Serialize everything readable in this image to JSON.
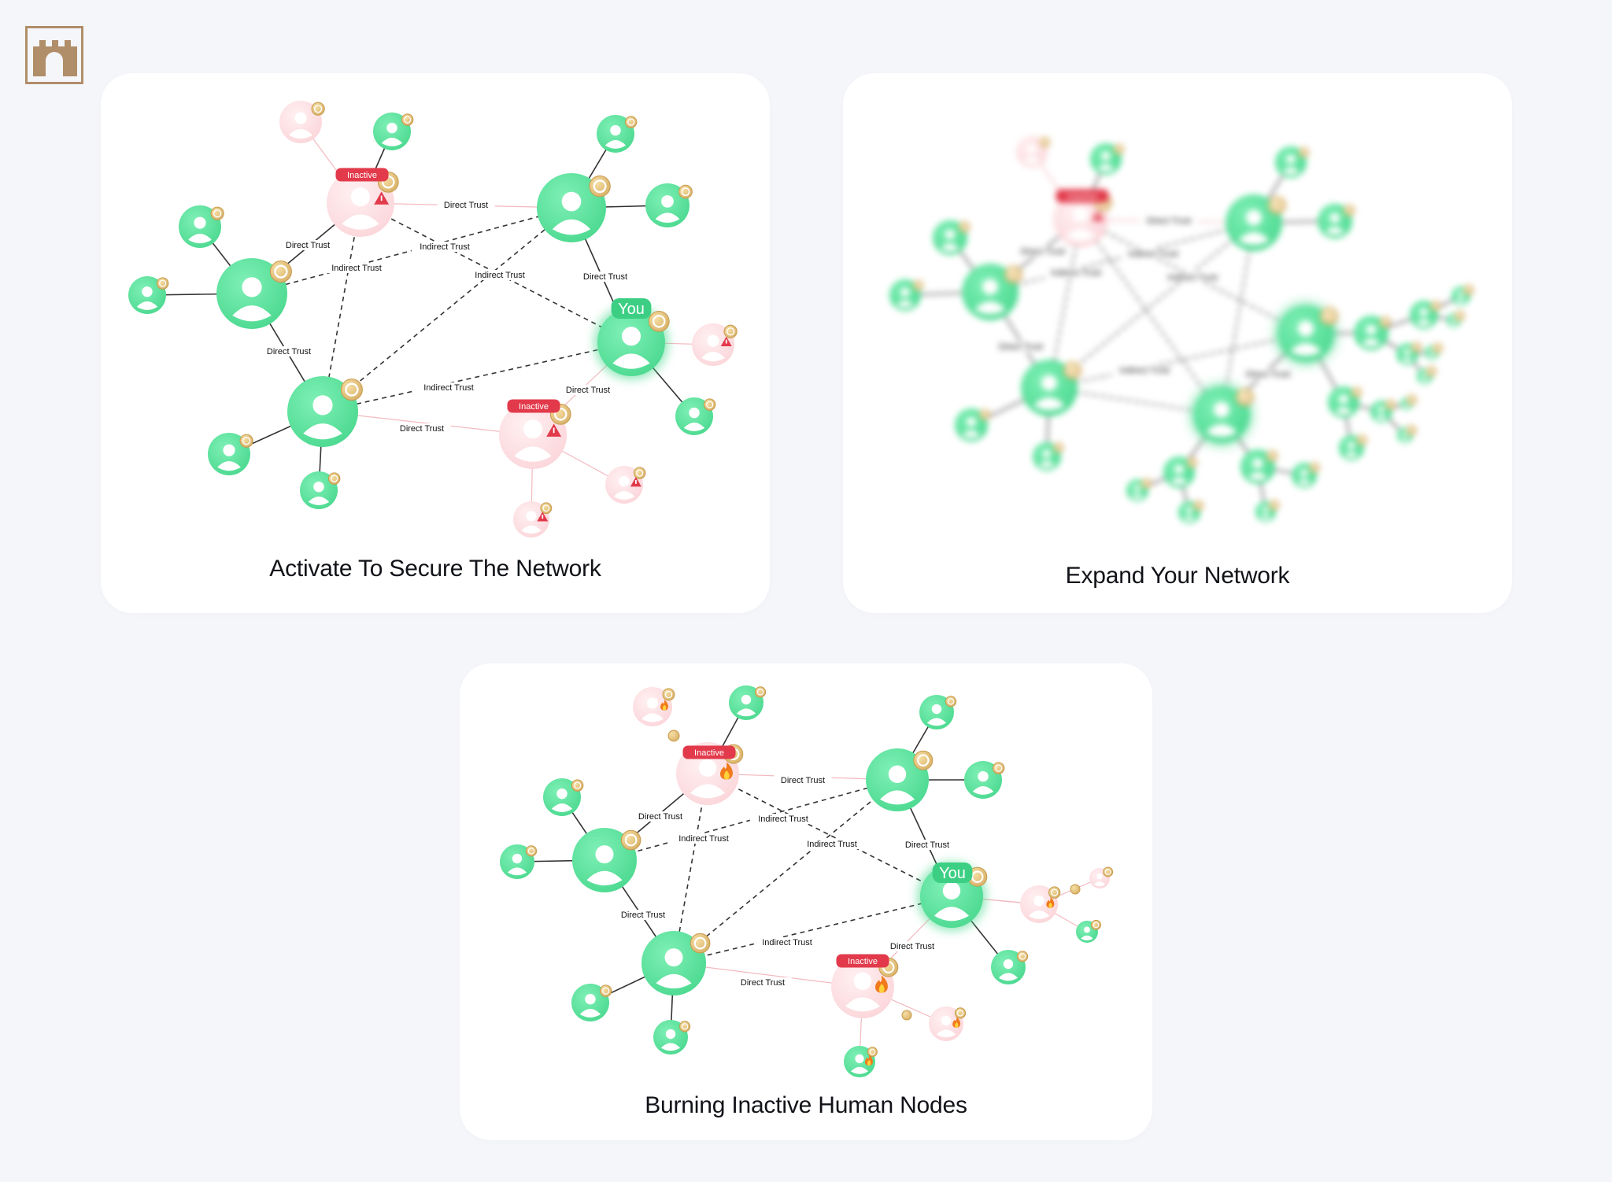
{
  "cards": [
    {
      "title": "Activate To Secure The Network",
      "labels": {
        "direct": "Direct Trust",
        "indirect": "Indirect Trust",
        "inactive": "Inactive",
        "you": "You"
      }
    },
    {
      "title": "Expand Your Network",
      "labels": {
        "direct": "Direct Trust",
        "indirect": "Indirect Trust",
        "inactive": "Inactive"
      }
    },
    {
      "title": "Burning Inactive Human Nodes",
      "labels": {
        "direct": "Direct Trust",
        "indirect": "Indirect Trust",
        "inactive": "Inactive",
        "you": "You"
      }
    }
  ],
  "colors": {
    "active_node": "#4cd990",
    "inactive_node": "#fbd6da",
    "inactive_badge": "#e23a4b",
    "coin": "#d9b26a",
    "logo": "#b08e6a"
  },
  "icons": {
    "logo": "castle-icon",
    "coin": "coin-icon",
    "warning": "warning-icon",
    "fire": "fire-icon",
    "person": "person-icon"
  }
}
